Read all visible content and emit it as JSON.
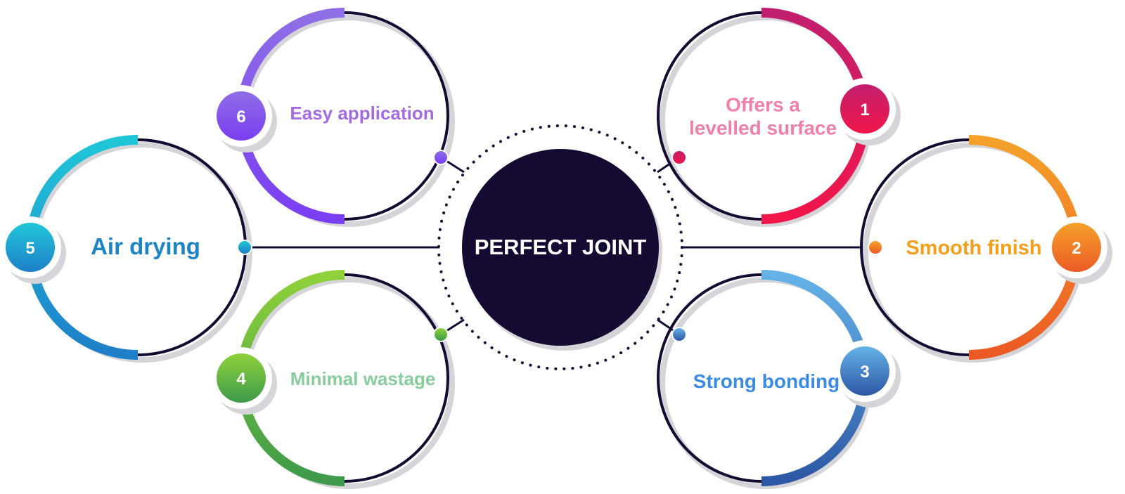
{
  "center": {
    "label": "PERFECT JOINT",
    "color": "#150b32"
  },
  "features": [
    {
      "number": "1",
      "lines": [
        "Offers a",
        "levelled surface"
      ],
      "color_start": "#c21f6e",
      "color_end": "#f2164a",
      "text_color": "#f180a8"
    },
    {
      "number": "2",
      "lines": [
        "Smooth finish"
      ],
      "color_start": "#f4a12a",
      "color_end": "#ec5a24",
      "text_color": "#f59e1b"
    },
    {
      "number": "3",
      "lines": [
        "Strong bonding"
      ],
      "color_start": "#64b2e8",
      "color_end": "#2d57a4",
      "text_color": "#3a8be3"
    },
    {
      "number": "4",
      "lines": [
        "Minimal wastage"
      ],
      "color_start": "#8fd13a",
      "color_end": "#3d9a4a",
      "text_color": "#86cc9c"
    },
    {
      "number": "5",
      "lines": [
        "Air drying"
      ],
      "color_start": "#20c6d8",
      "color_end": "#1e7fc8",
      "text_color": "#1d85c6"
    },
    {
      "number": "6",
      "lines": [
        "Easy application"
      ],
      "color_start": "#8f6ee6",
      "color_end": "#7a3ef2",
      "text_color": "#a46ddf"
    }
  ],
  "colors": {
    "ring_dark": "#150b32",
    "shadow": "#d5d5d9"
  }
}
